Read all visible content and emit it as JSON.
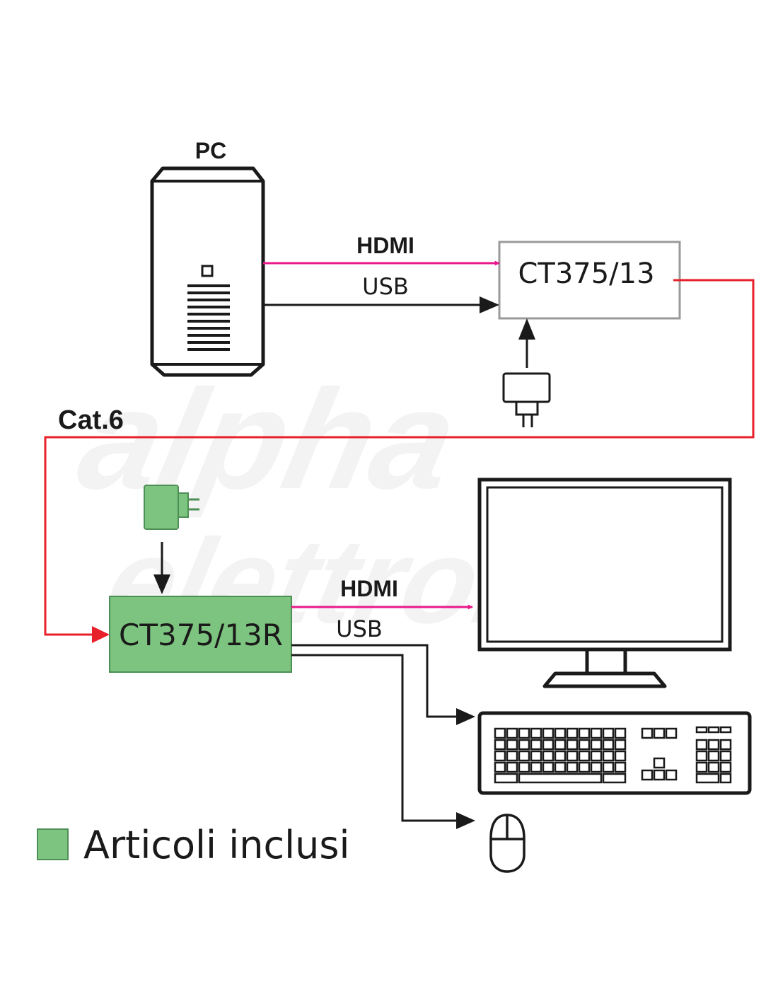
{
  "labels": {
    "pc": "PC",
    "hdmi_top": "HDMI",
    "usb_top": "USB",
    "cat6": "Cat.6",
    "hdmi_bottom": "HDMI",
    "usb_bottom": "USB"
  },
  "devices": {
    "transmitter": "CT375/13",
    "receiver": "CT375/13R"
  },
  "legend": {
    "text": "Articoli inclusi"
  },
  "watermark": {
    "line1": "alpha",
    "line2": "elettronica",
    "mark": "®"
  },
  "colors": {
    "hdmi": "#e8198b",
    "cat6": "#e8202a",
    "usb": "#1a1a1a",
    "included": "#7cc47f",
    "included_border": "#4d8f55",
    "transmitter_border": "#9a9a9a",
    "watermark": "#f2f2f2"
  }
}
